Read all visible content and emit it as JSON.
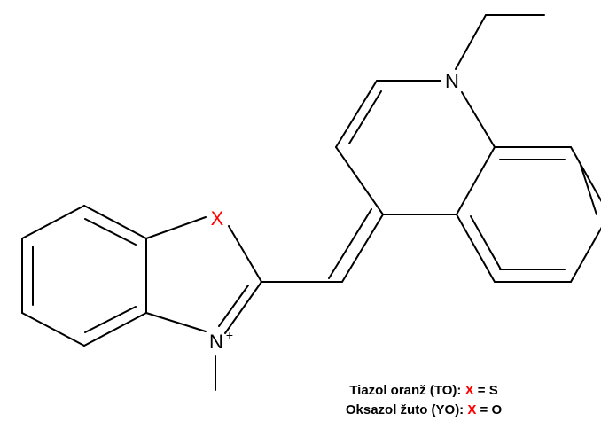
{
  "colors": {
    "bond": "#000000",
    "heteroatom_text": "#000000",
    "variable_atom": "#ff0000"
  },
  "structure": {
    "atoms": {
      "variable": "X",
      "nitrogen_ring": "N",
      "nitrogen_charge": "+",
      "nitrogen_quinoline": "N"
    }
  },
  "legend": {
    "row1": {
      "name": "Tiazol oranž (TO):",
      "symbol": "X",
      "equals": "=",
      "atom": "S"
    },
    "row2": {
      "name": "Oksazol žuto (YO):",
      "symbol": "X",
      "equals": "=",
      "atom": "O"
    }
  }
}
